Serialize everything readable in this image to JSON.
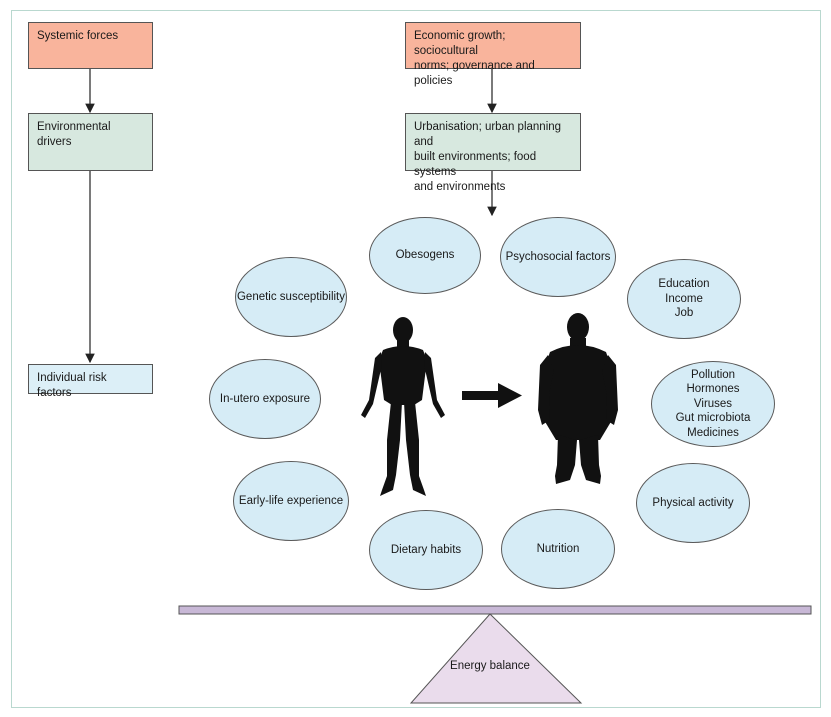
{
  "colors": {
    "systemic": "#f9b49c",
    "environmental": "#d7e8df",
    "individual": "#dceff7",
    "ellipse": "#d6ecf6",
    "balance": "#c8b8d6",
    "fulcrum": "#eadcec",
    "silhouette": "#111111"
  },
  "left_column": {
    "systemic_forces": "Systemic forces",
    "environmental_drivers": "Environmental drivers",
    "individual_risk_factors": "Individual risk factors"
  },
  "right_column": {
    "systemic_lines": [
      "Economic growth; sociocultural",
      "norms; governance and policies"
    ],
    "environmental_lines": [
      "Urbanisation; urban planning and",
      "built environments; food systems",
      "and environments"
    ]
  },
  "factors": {
    "obesogens": "Obesogens",
    "psychosocial": "Psychosocial factors",
    "genetic": "Genetic susceptibility",
    "socioeconomic": [
      "Education",
      "Income",
      "Job"
    ],
    "in_utero": "In-utero exposure",
    "environmental_exposures": [
      "Pollution",
      "Hormones",
      "Viruses",
      "Gut microbiota",
      "Medicines"
    ],
    "early_life": "Early-life experience",
    "physical_activity": "Physical activity",
    "dietary_habits": "Dietary habits",
    "nutrition": "Nutrition"
  },
  "energy_balance": "Energy balance",
  "icons": {
    "lean_figure": "lean-human-silhouette-icon",
    "obese_figure": "obese-human-silhouette-icon",
    "transition_arrow": "right-arrow-icon"
  }
}
